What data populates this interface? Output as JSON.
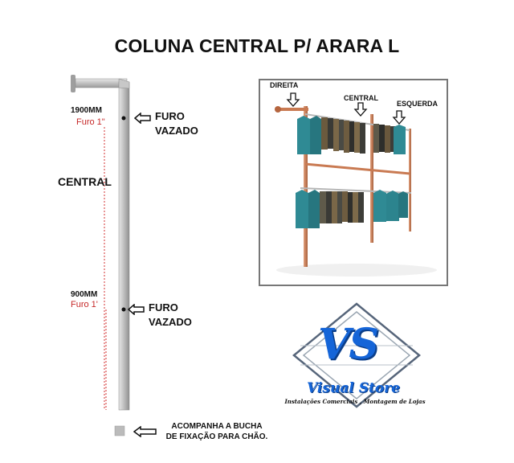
{
  "title": "COLUNA CENTRAL P/ ARARA L",
  "column": {
    "label": "CENTRAL",
    "top_hole": {
      "height": "1900MM",
      "furo": "Furo 1\"",
      "label_line1": "FURO",
      "label_line2": "VAZADO"
    },
    "bottom_hole": {
      "height": "900MM",
      "furo": "Furo 1'",
      "label_line1": "FURO",
      "label_line2": "VAZADO"
    },
    "bucha_line1": "ACOMPANHA A BUCHA",
    "bucha_line2": "DE FIXAÇÃO PARA CHÃO."
  },
  "photo": {
    "label_right": "DIREITA",
    "label_central": "CENTRAL",
    "label_left": "ESQUERDA"
  },
  "logo": {
    "initials": "VS",
    "name": "Visual Store",
    "tagline": "Instalações Comerciais , Montagem de Lojas"
  },
  "colors": {
    "copper": "#c97a52",
    "steel": "#b8b8b8",
    "logo_blue": "#1565d8",
    "furo_red": "#c62828"
  }
}
